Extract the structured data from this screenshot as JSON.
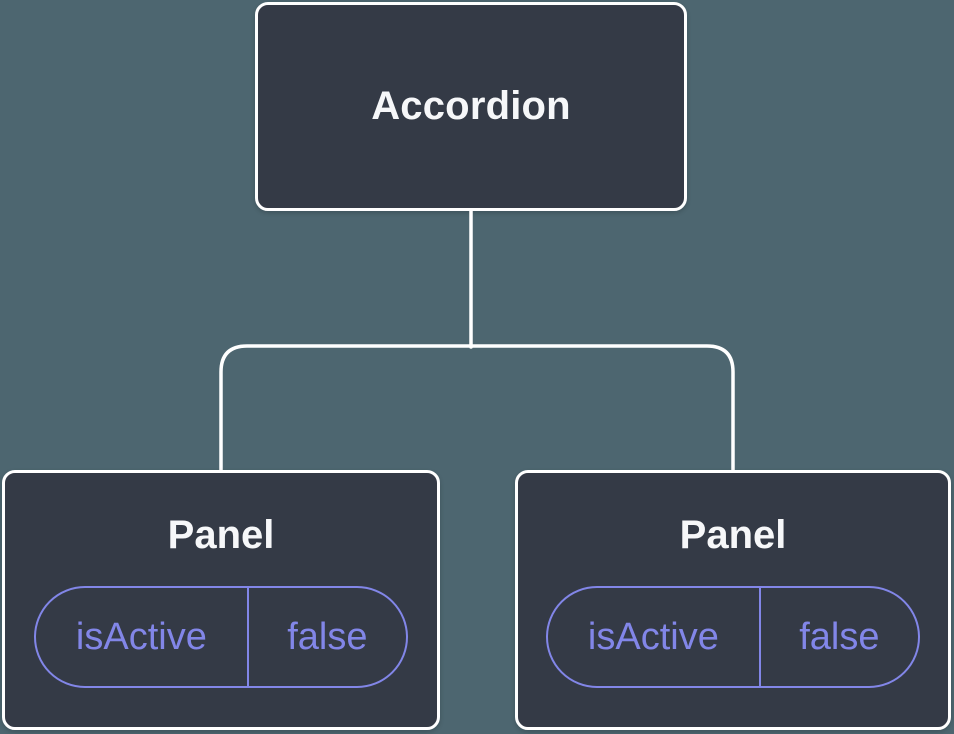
{
  "diagram": {
    "root_node": {
      "label": "Accordion"
    },
    "panels": [
      {
        "label": "Panel",
        "prop": {
          "name": "isActive",
          "value": "false"
        }
      },
      {
        "label": "Panel",
        "prop": {
          "name": "isActive",
          "value": "false"
        }
      }
    ]
  },
  "colors": {
    "background": "#4d6670",
    "node_fill": "#343a46",
    "node_border": "#ffffff",
    "node_text": "#f6f7f9",
    "prop_accent": "#8286e8"
  }
}
